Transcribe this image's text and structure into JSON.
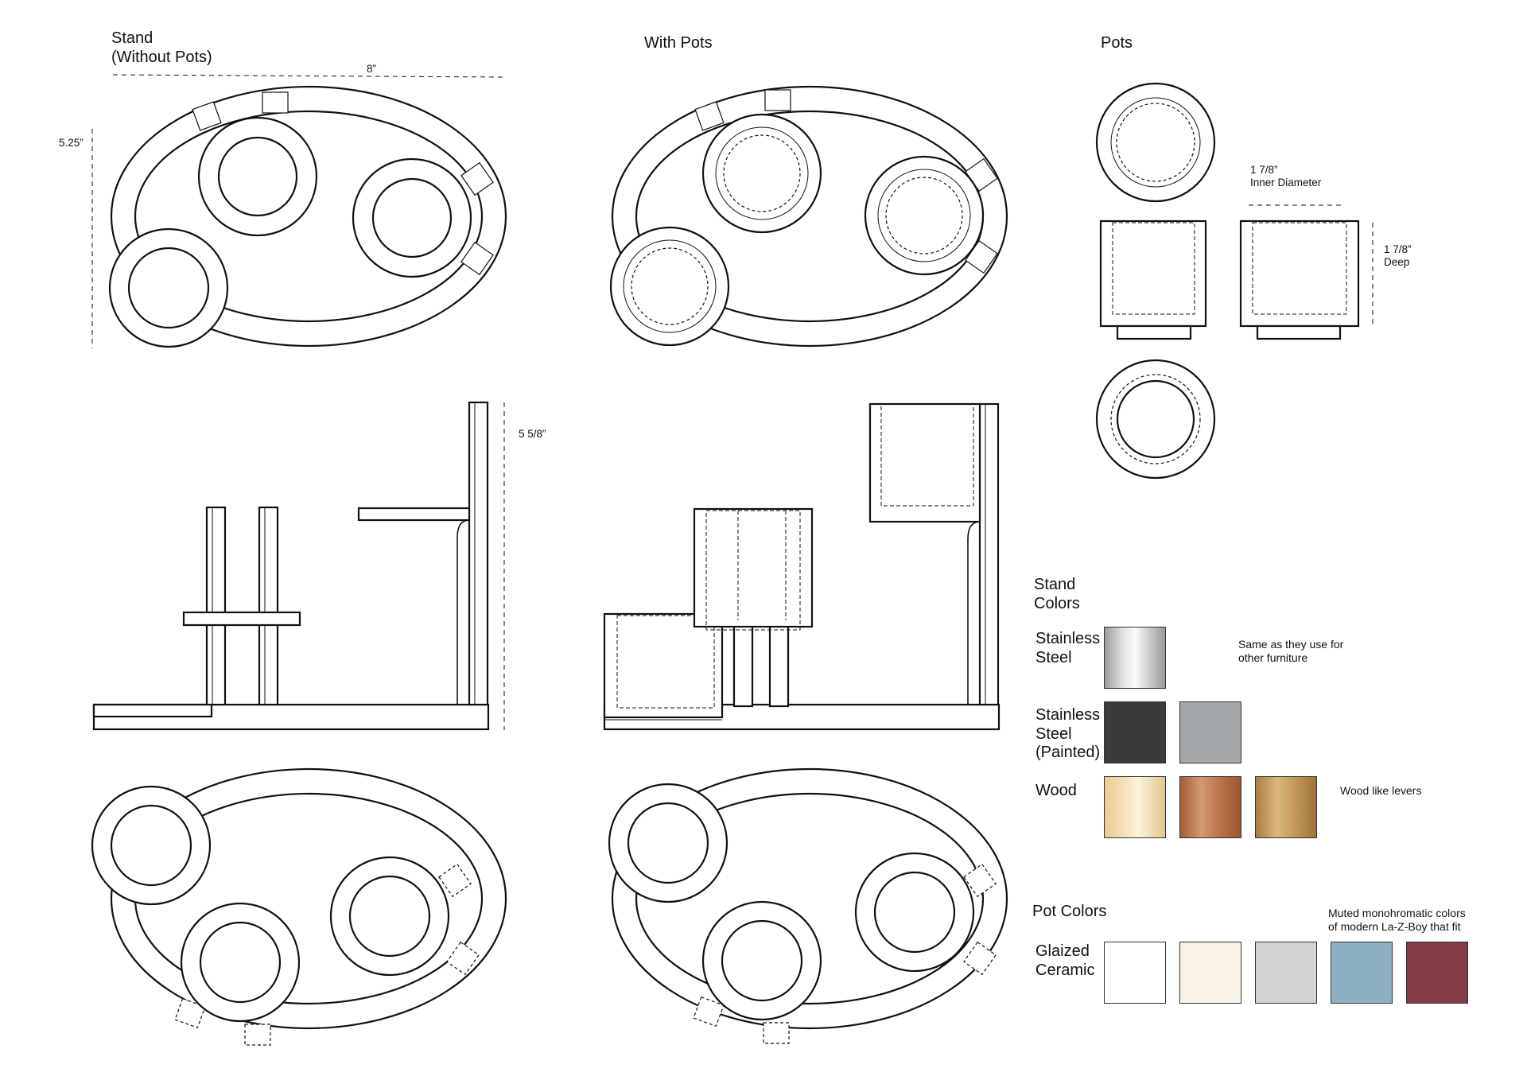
{
  "titles": {
    "stand_without_pots": "Stand\n(Without Pots)",
    "with_pots": "With Pots",
    "pots": "Pots"
  },
  "dimensions": {
    "width": "8”",
    "height": "5.25”",
    "stand_height": "5 5/8”",
    "inner_diameter": "1 7/8”\nInner Diameter",
    "depth": "1 7/8”\nDeep"
  },
  "stand_colors": {
    "heading": "Stand\nColors",
    "stainless_label": "Stainless\nSteel",
    "stainless_note": "Same as they use for\nother furniture",
    "painted_label": "Stainless\nSteel\n(Painted)",
    "wood_label": "Wood",
    "wood_note": "Wood like levers",
    "swatches": {
      "stainless": "#c8c8c8",
      "painted_dark": "#3b3b3d",
      "painted_grey": "#a4a7aa",
      "wood_light": "#ecd6a4",
      "wood_copper": "#b6744b",
      "wood_tan": "#c39b5e"
    }
  },
  "pot_colors": {
    "heading": "Pot Colors",
    "label": "Glaized\nCeramic",
    "note": "Muted monohromatic colors\nof modern La-Z-Boy that fit",
    "swatches": [
      "#ffffff",
      "#f8f1e6",
      "#d1d3d5",
      "#8dafc0",
      "#843c44"
    ]
  },
  "colors": {
    "line": "#111111"
  }
}
